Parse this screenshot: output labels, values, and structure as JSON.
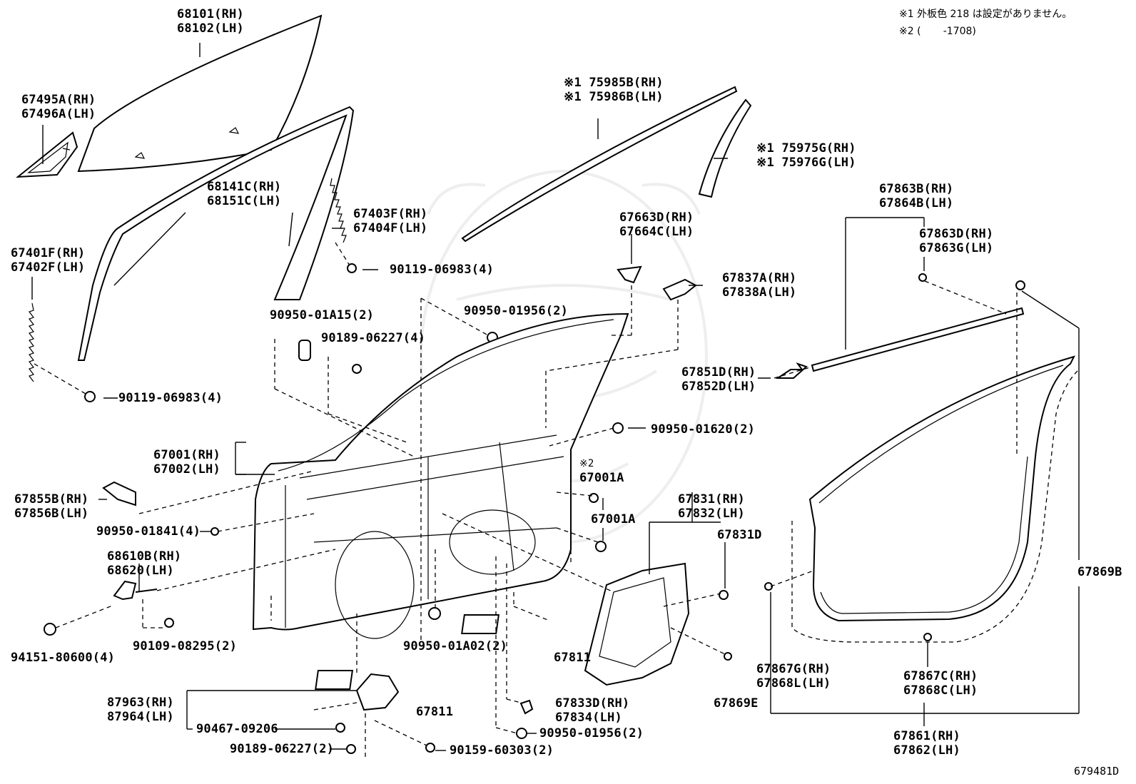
{
  "notes": [
    "※1 外板色 218 は設定がありません。",
    "※2 (       -1708)"
  ],
  "figure_id": "679481D",
  "labels": {
    "l68101": [
      "68101(RH)",
      "68102(LH)"
    ],
    "l67495": [
      "67495A(RH)",
      "67496A(LH)"
    ],
    "l68141": [
      "68141C(RH)",
      "68151C(LH)"
    ],
    "l67403": [
      "67403F(RH)",
      "67404F(LH)"
    ],
    "l67401": [
      "67401F(RH)",
      "67402F(LH)"
    ],
    "l90119a": [
      "90119-06983(4)"
    ],
    "l90119b": [
      "90119-06983(4)"
    ],
    "l75985": [
      "※1 75985B(RH)",
      "※1 75986B(LH)"
    ],
    "l75975": [
      "※1 75975G(RH)",
      "※1 75976G(LH)"
    ],
    "l67863b": [
      "67863B(RH)",
      "67864B(LH)"
    ],
    "l67863d": [
      "67863D(RH)",
      "67863G(LH)"
    ],
    "l67663": [
      "67663D(RH)",
      "67664C(LH)"
    ],
    "l67837": [
      "67837A(RH)",
      "67838A(LH)"
    ],
    "l90950_01956a": [
      "90950-01956(2)"
    ],
    "l90950_01a15": [
      "90950-01A15(2)"
    ],
    "l90189a": [
      "90189-06227(4)"
    ],
    "l67851": [
      "67851D(RH)",
      "67852D(LH)"
    ],
    "l90950_01620": [
      "90950-01620(2)"
    ],
    "l67001": [
      "67001(RH)",
      "67002(LH)"
    ],
    "l67001a1": [
      "※2",
      "67001A"
    ],
    "l67001a2": [
      "67001A"
    ],
    "l67855": [
      "67855B(RH)",
      "67856B(LH)"
    ],
    "l90950_01841": [
      "90950-01841(4)"
    ],
    "l68610": [
      "68610B(RH)",
      "68620(LH)"
    ],
    "l67831": [
      "67831(RH)",
      "67832(LH)"
    ],
    "l67831d": [
      "67831D"
    ],
    "l67869b": [
      "67869B"
    ],
    "l94151": [
      "94151-80600(4)"
    ],
    "l90109": [
      "90109-08295(2)"
    ],
    "l90950_01a02": [
      "90950-01A02(2)"
    ],
    "l67811a": [
      "67811"
    ],
    "l67811b": [
      "67811"
    ],
    "l87963": [
      "87963(RH)",
      "87964(LH)"
    ],
    "l90467": [
      "90467-09206"
    ],
    "l90189b": [
      "90189-06227(2)"
    ],
    "l90159": [
      "90159-60303(2)"
    ],
    "l67833": [
      "67833D(RH)",
      "67834(LH)"
    ],
    "l90950_01956b": [
      "90950-01956(2)"
    ],
    "l67869e": [
      "67869E"
    ],
    "l67867g": [
      "67867G(RH)",
      "67868L(LH)"
    ],
    "l67867c": [
      "67867C(RH)",
      "67868C(LH)"
    ],
    "l67861": [
      "67861(RH)",
      "67862(LH)"
    ]
  }
}
